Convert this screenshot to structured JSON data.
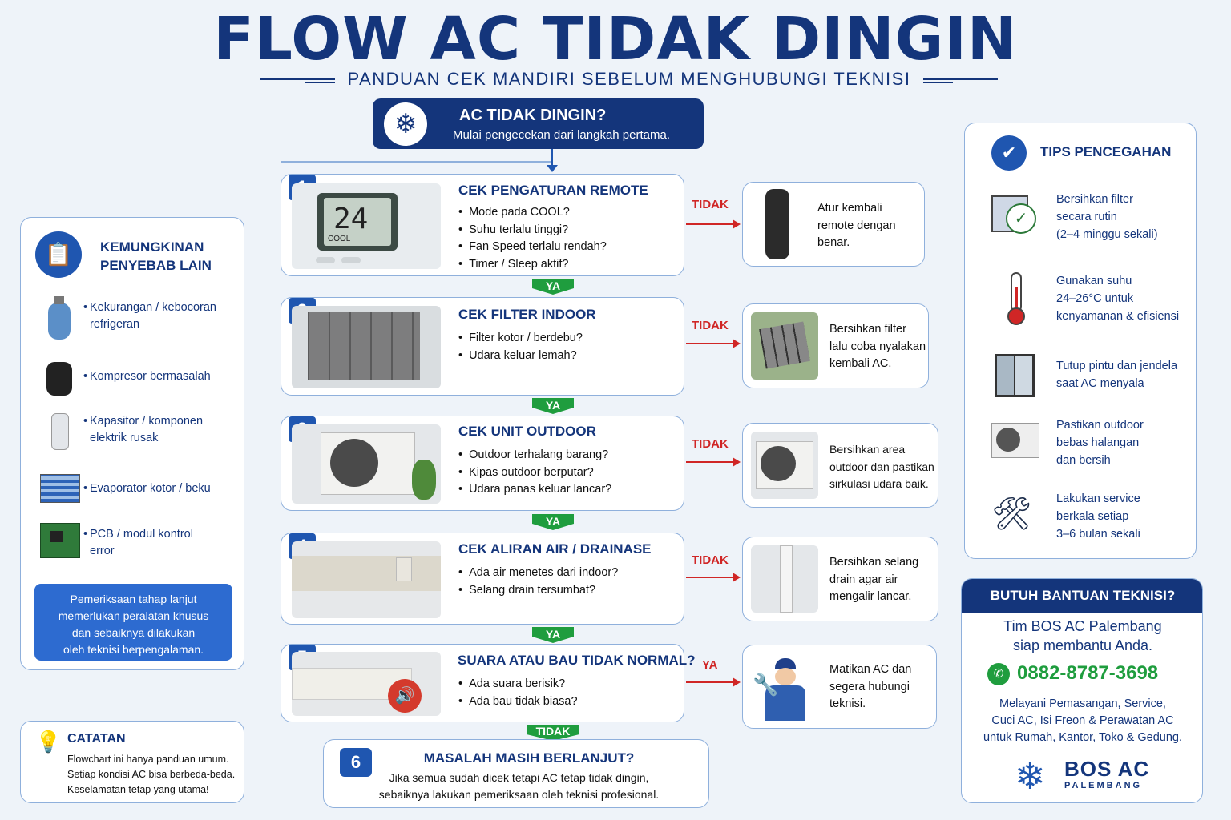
{
  "header": {
    "title": "FLOW AC TIDAK DINGIN",
    "subtitle": "PANDUAN CEK MANDIRI SEBELUM MENGHUBUNGI TEKNISI"
  },
  "start": {
    "title": "AC TIDAK DINGIN?",
    "text": "Mulai pengecekan dari langkah pertama.",
    "icon": "snowflake-icon"
  },
  "steps": [
    {
      "number": "1",
      "title": "CEK PENGATURAN REMOTE",
      "items": [
        "Mode pada COOL?",
        "Suhu terlalu tinggi?",
        "Fan Speed terlalu rendah?",
        "Timer / Sleep aktif?"
      ],
      "photo_text": "24",
      "photo_small": "COOL",
      "branch_label": "TIDAK",
      "result": [
        "Atur kembali",
        "remote dengan",
        "benar."
      ]
    },
    {
      "number": "2",
      "title": "CEK FILTER INDOOR",
      "items": [
        "Filter kotor / berdebu?",
        "Udara keluar lemah?"
      ],
      "branch_label": "TIDAK",
      "result": [
        "Bersihkan filter",
        "lalu coba nyalakan",
        "kembali AC."
      ]
    },
    {
      "number": "3",
      "title": "CEK UNIT OUTDOOR",
      "items": [
        "Outdoor terhalang barang?",
        "Kipas outdoor berputar?",
        "Udara panas keluar lancar?"
      ],
      "branch_label": "TIDAK",
      "result": [
        "Bersihkan area",
        "outdoor dan pastikan",
        "sirkulasi udara baik."
      ]
    },
    {
      "number": "4",
      "title": "CEK ALIRAN AIR / DRAINASE",
      "items": [
        "Ada air menetes dari indoor?",
        "Selang drain tersumbat?"
      ],
      "branch_label": "TIDAK",
      "result": [
        "Bersihkan selang",
        "drain agar air",
        "mengalir lancar."
      ]
    },
    {
      "number": "5",
      "title": "SUARA ATAU BAU TIDAK NORMAL?",
      "items": [
        "Ada suara berisik?",
        "Ada bau tidak biasa?"
      ],
      "branch_label": "YA",
      "result": [
        "Matikan AC dan",
        "segera hubungi",
        "teknisi."
      ]
    }
  ],
  "connectors": {
    "ya": "YA",
    "tidak": "TIDAK"
  },
  "step6": {
    "number": "6",
    "title": "MASALAH MASIH BERLANJUT?",
    "lines": [
      "Jika semua sudah dicek tetapi AC tetap tidak dingin,",
      "sebaiknya lakukan pemeriksaan oleh teknisi profesional."
    ]
  },
  "causes": {
    "title": [
      "KEMUNGKINAN",
      "PENYEBAB LAIN"
    ],
    "items": [
      [
        "Kekurangan / kebocoran",
        "refrigeran"
      ],
      [
        "Kompresor bermasalah"
      ],
      [
        "Kapasitor / komponen",
        "elektrik rusak"
      ],
      [
        "Evaporator kotor / beku"
      ],
      [
        "PCB / modul kontrol",
        "error"
      ]
    ],
    "note": [
      "Pemeriksaan tahap lanjut",
      "memerlukan peralatan khusus",
      "dan sebaiknya dilakukan",
      "oleh teknisi berpengalaman."
    ]
  },
  "catatan": {
    "title": "CATATAN",
    "lines": [
      "Flowchart ini hanya panduan umum.",
      "Setiap kondisi AC bisa berbeda-beda.",
      "Keselamatan tetap yang utama!"
    ]
  },
  "tips": {
    "title": "TIPS PENCEGAHAN",
    "items": [
      [
        "Bersihkan filter",
        "secara rutin",
        "(2–4 minggu sekali)"
      ],
      [
        "Gunakan suhu",
        "24–26°C untuk",
        "kenyamanan & efisiensi"
      ],
      [
        "Tutup pintu dan jendela",
        "saat AC menyala"
      ],
      [
        "Pastikan outdoor",
        "bebas halangan",
        "dan bersih"
      ],
      [
        "Lakukan service",
        "berkala setiap",
        "3–6 bulan sekali"
      ]
    ]
  },
  "help": {
    "title": "BUTUH BANTUAN TEKNISI?",
    "subtitle": [
      "Tim BOS AC Palembang",
      "siap membantu Anda."
    ],
    "phone": "0882-8787-3698",
    "desc": [
      "Melayani Pemasangan, Service,",
      "Cuci AC, Isi Freon & Perawatan AC",
      "untuk Rumah, Kantor, Toko & Gedung."
    ],
    "brand": "BOS AC",
    "brand_sub": "PALEMBANG"
  },
  "colors": {
    "navy": "#14357b",
    "blue": "#1f56b0",
    "green": "#1f9d3e",
    "red": "#d02626"
  }
}
